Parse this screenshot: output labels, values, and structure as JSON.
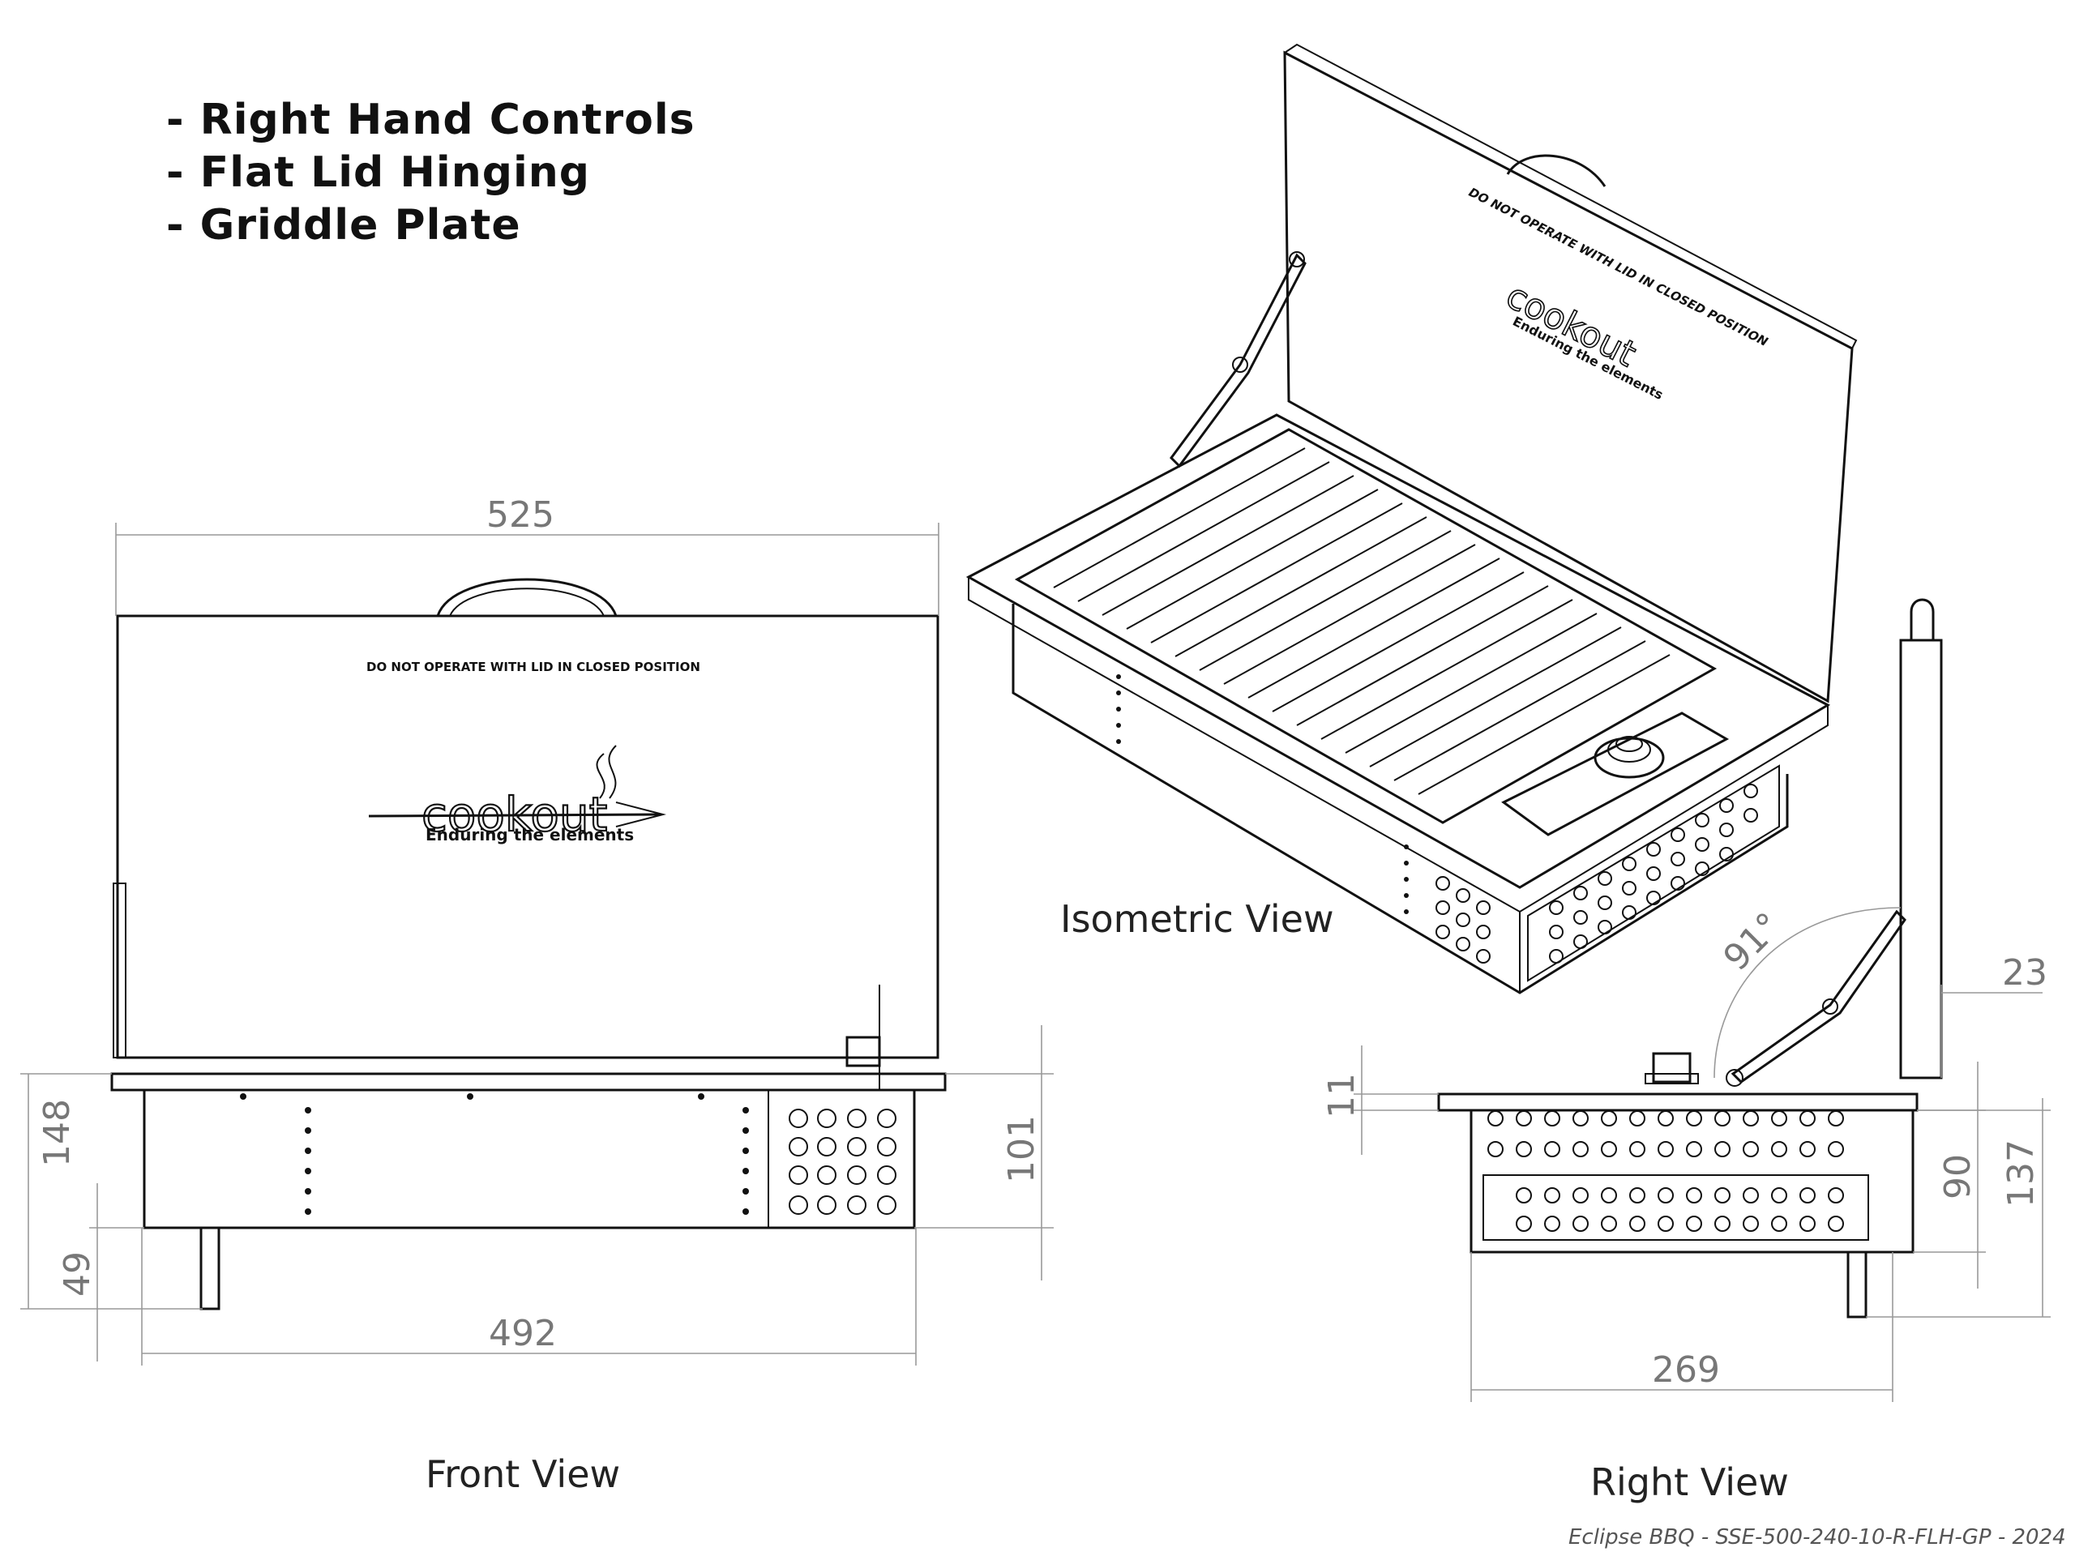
{
  "features": [
    "- Right Hand Controls",
    "- Flat Lid Hinging",
    "- Griddle Plate"
  ],
  "front_view": {
    "label": "Front View",
    "lid_warning": "DO NOT OPERATE WITH LID IN CLOSED POSITION",
    "logo_text": "cookout",
    "logo_tagline": "Enduring the elements",
    "dims": {
      "overall_width": "525",
      "base_width": "492",
      "total_height": "148",
      "body_height": "101",
      "leg_height": "49"
    }
  },
  "isometric_view": {
    "label": "Isometric  View",
    "lid_warning": "DO NOT OPERATE WITH LID IN CLOSED POSITION",
    "logo_text": "cookout",
    "logo_tagline": "Enduring the elements"
  },
  "right_view": {
    "label": "Right View",
    "dims": {
      "lid_angle": "91°",
      "lid_offset": "23",
      "rim_thickness": "11",
      "body_height": "90",
      "total_height": "137",
      "depth": "269"
    }
  },
  "footer": "Eclipse BBQ - SSE-500-240-10-R-FLH-GP - 2024",
  "icons": [
    "cookout-logo-icon",
    "control-knob-icon",
    "lid-handle-icon",
    "lid-stay-arm-icon"
  ]
}
